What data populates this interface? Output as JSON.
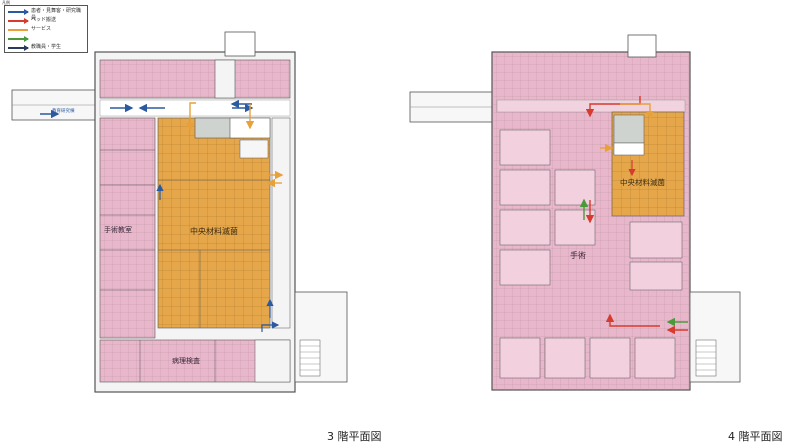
{
  "legend": {
    "title": "凡例",
    "items": [
      {
        "label": "患者・見舞客・研究職員",
        "color": "#2c5aa0"
      },
      {
        "label": "ベッド搬送",
        "color": "#d63b2e"
      },
      {
        "label": "サービス",
        "color": "#e8a13a"
      },
      {
        "label": "",
        "color": "#4a9a3c"
      },
      {
        "label": "教職員・学生",
        "color": "#2a3a5e"
      }
    ]
  },
  "floor3": {
    "caption": "3 階平面図",
    "labels": {
      "central_supply": "中央材料滅菌",
      "surgery": "手術教室",
      "pathology": "病理検査",
      "education_corridor": "教育研究棟"
    }
  },
  "floor4": {
    "caption": "4 階平面図",
    "labels": {
      "central_supply": "中央材料滅菌",
      "surgery": "手術"
    }
  },
  "colors": {
    "pink": "#e8b7cc",
    "orange": "#e6a74a",
    "wall": "#555555",
    "blue_arrow": "#2c5aa0",
    "red_arrow": "#d63b2e",
    "green_arrow": "#4a9a3c",
    "service_arrow": "#e8a13a"
  }
}
